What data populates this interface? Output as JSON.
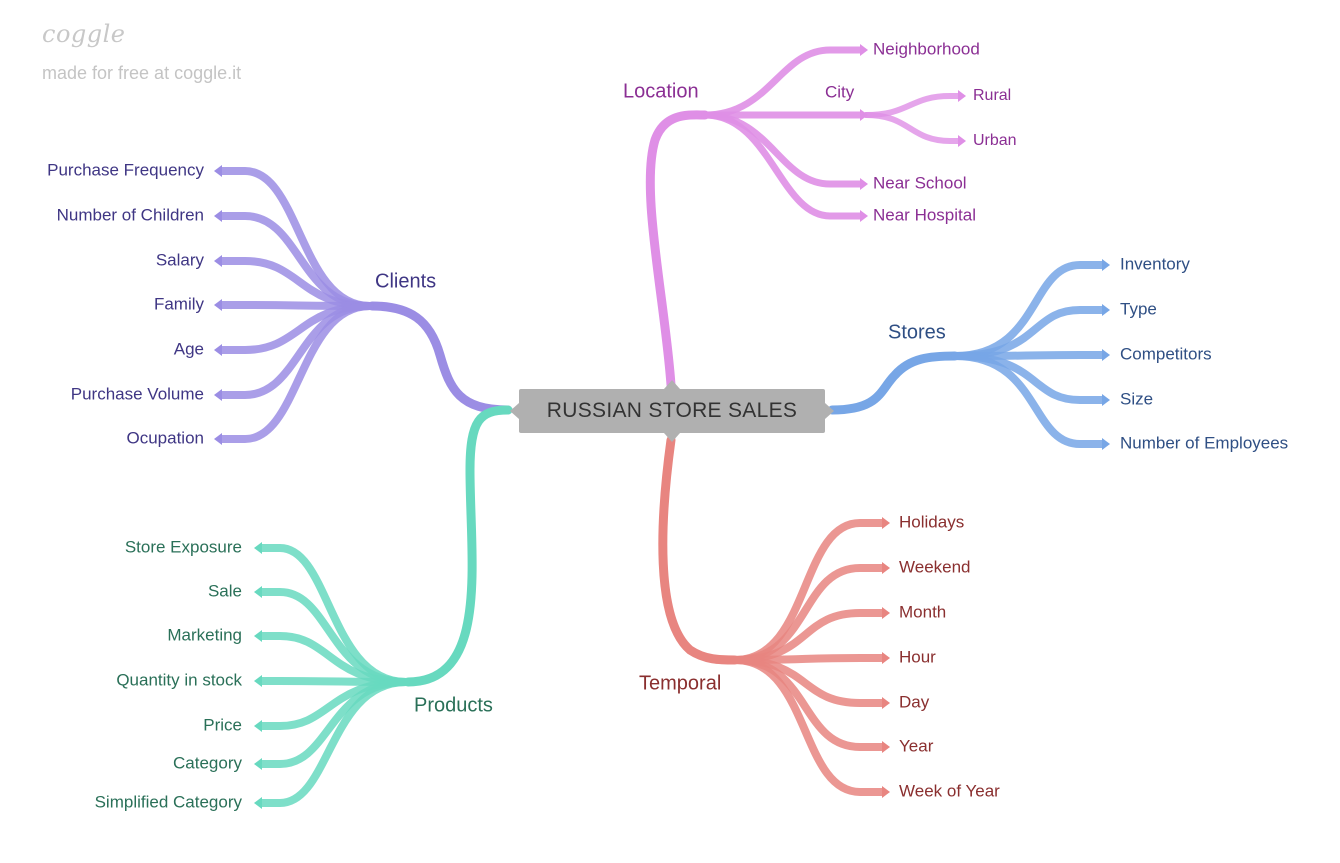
{
  "watermark": {
    "logo": "coggle",
    "text": "made for free at coggle.it"
  },
  "central": {
    "label": "RUSSIAN STORE SALES"
  },
  "branches": {
    "location": {
      "label": "Location",
      "color": "#df8fe6",
      "text_color": "#8b2f94",
      "children": [
        "Neighborhood",
        "City",
        "Near School",
        "Near Hospital"
      ],
      "city_children": [
        "Rural",
        "Urban"
      ]
    },
    "clients": {
      "label": "Clients",
      "color": "#9b8de4",
      "text_color": "#3f3684",
      "children": [
        "Purchase Frequency",
        "Number of Children",
        "Salary",
        "Family",
        "Age",
        "Purchase Volume",
        "Ocupation"
      ]
    },
    "stores": {
      "label": "Stores",
      "color": "#77a6e6",
      "text_color": "#2f4f84",
      "children": [
        "Inventory",
        "Type",
        "Competitors",
        "Size",
        "Number of Employees"
      ]
    },
    "products": {
      "label": "Products",
      "color": "#67d9bf",
      "text_color": "#2a7058",
      "children": [
        "Store Exposure",
        "Sale",
        "Marketing",
        "Quantity in stock",
        "Price",
        "Category",
        "Simplified Category"
      ]
    },
    "temporal": {
      "label": "Temporal",
      "color": "#e88580",
      "text_color": "#8a2f2f",
      "children": [
        "Holidays",
        "Weekend",
        "Month",
        "Hour",
        "Day",
        "Year",
        "Week of Year"
      ]
    }
  }
}
